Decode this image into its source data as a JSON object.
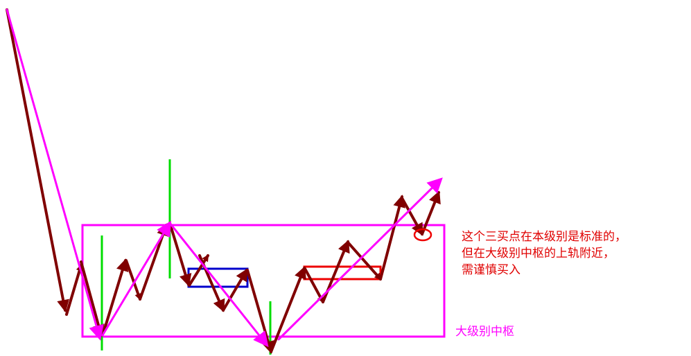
{
  "annotation": {
    "lines": [
      "这个三买点在本级别是标准的，",
      "但在大级别中枢的上轨附近，",
      "需谨慎买入"
    ]
  },
  "big_pivot": {
    "label": "大级别中枢"
  },
  "colors": {
    "small_move": "#800000",
    "large_move": "#ff00ff",
    "big_pivot_box": "#ff00ff",
    "marker_line": "#00dd00",
    "blue_pivot": "#0000cc",
    "red_pivot": "#ee0000",
    "annotation_text": "#e00000",
    "buy_point_circle": "#ee0000"
  }
}
